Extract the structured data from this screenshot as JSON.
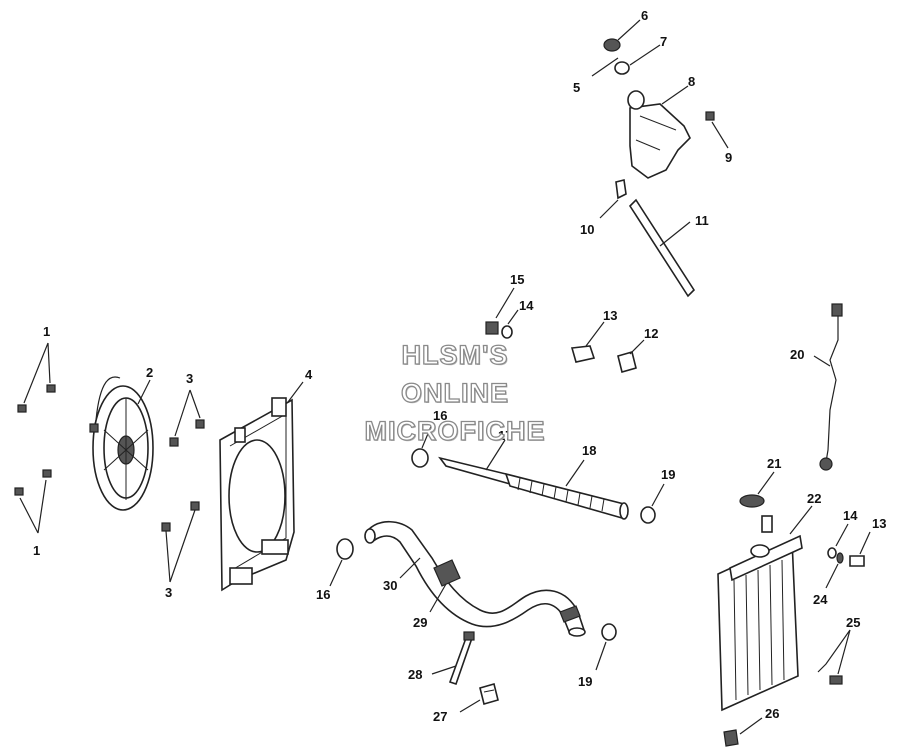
{
  "watermark": {
    "line1": "HLSM'S",
    "line2": "ONLINE",
    "line3": "MICROFICHE"
  },
  "callouts": {
    "c1a": "1",
    "c1b": "1",
    "c2": "2",
    "c3a": "3",
    "c3b": "3",
    "c4": "4",
    "c5": "5",
    "c6": "6",
    "c7": "7",
    "c8": "8",
    "c9": "9",
    "c10": "10",
    "c11": "11",
    "c12": "12",
    "c13a": "13",
    "c13b": "13",
    "c14a": "14",
    "c14b": "14",
    "c15": "15",
    "c16a": "16",
    "c16b": "16",
    "c17": "17",
    "c18": "18",
    "c19a": "19",
    "c19b": "19",
    "c20": "20",
    "c21": "21",
    "c22": "22",
    "c24": "24",
    "c25": "25",
    "c26": "26",
    "c27": "27",
    "c28": "28",
    "c29": "29",
    "c30": "30"
  },
  "colors": {
    "line": "#222222",
    "watermark_outline": "#8a8a8a",
    "background": "#ffffff"
  }
}
